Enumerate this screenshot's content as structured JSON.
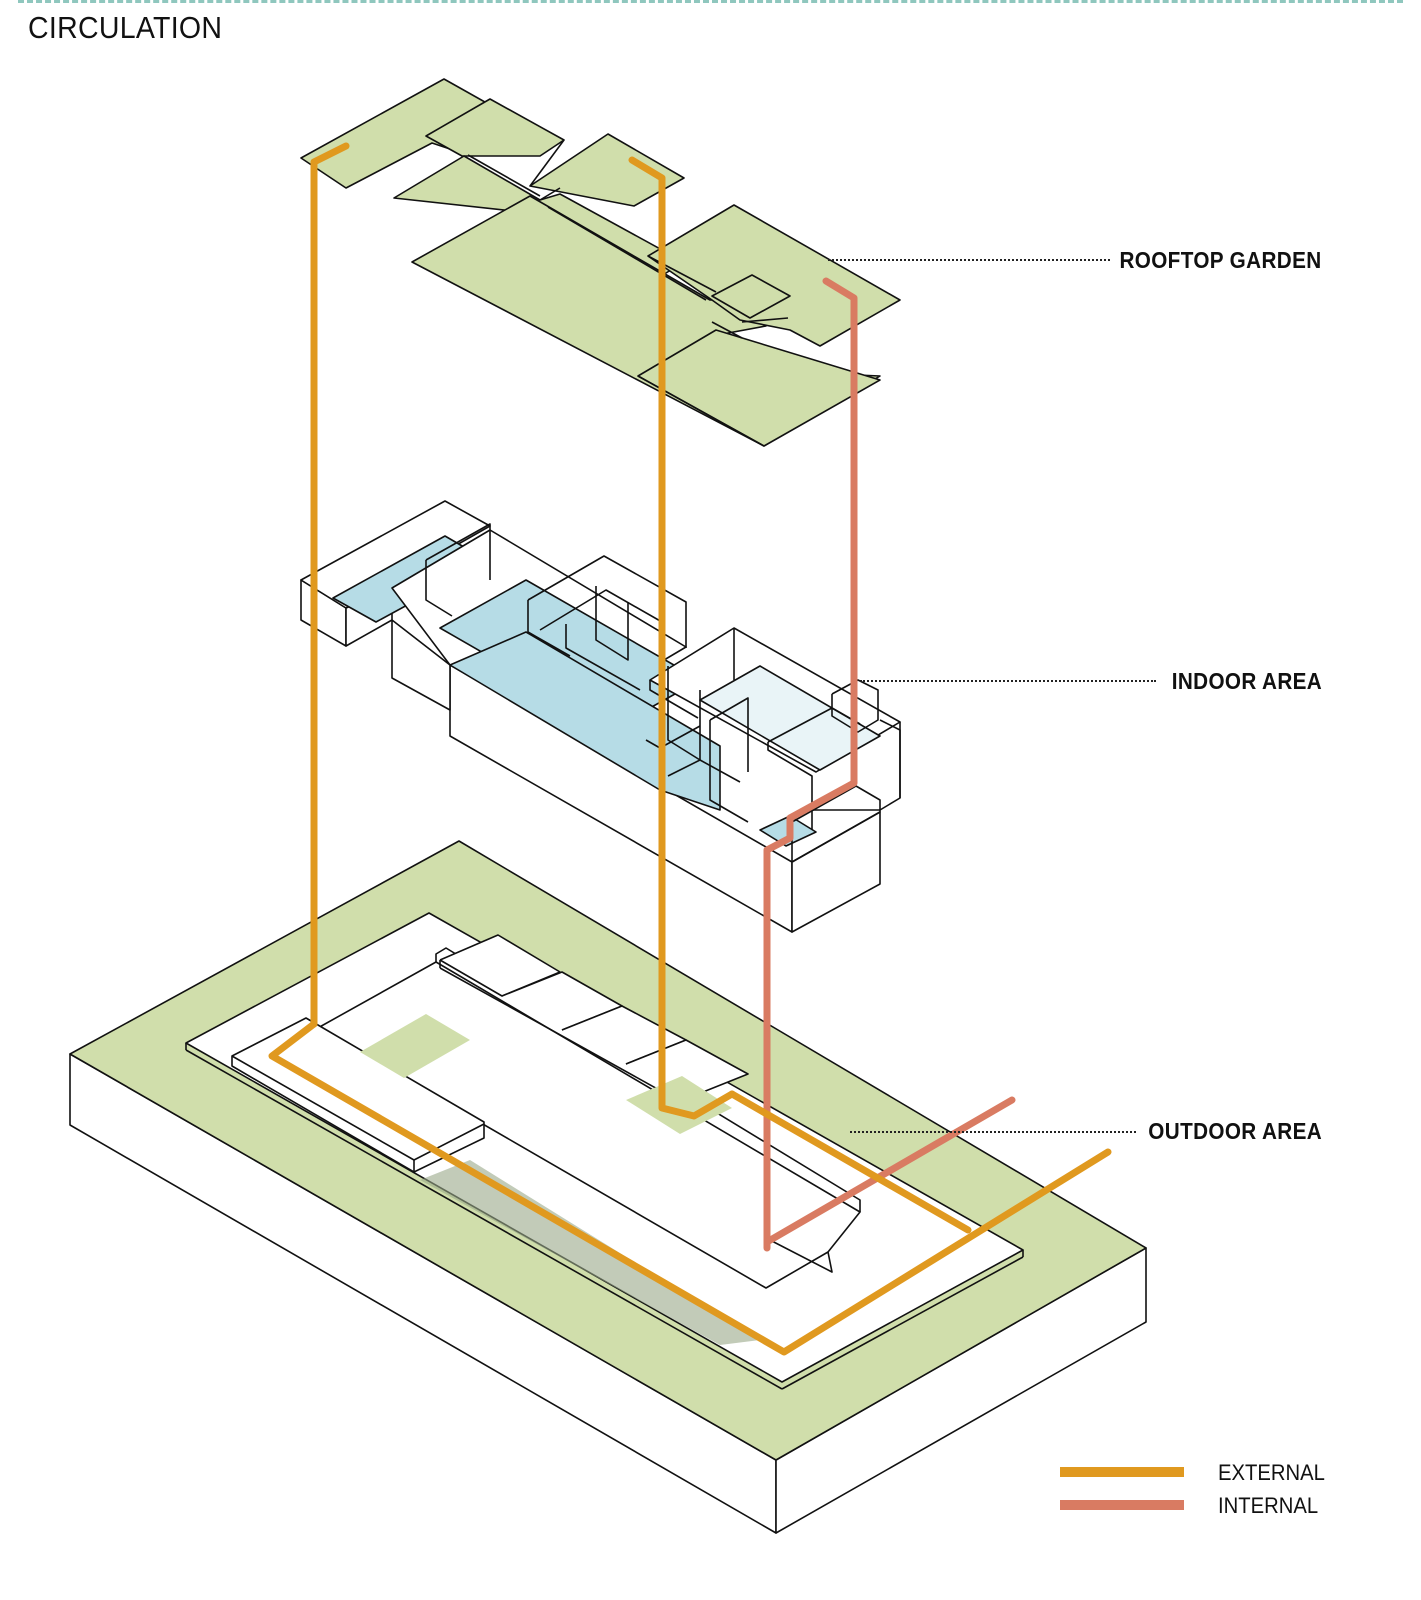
{
  "title": "CIRCULATION",
  "levels": {
    "rooftop": "ROOFTOP GARDEN",
    "indoor": "INDOOR AREA",
    "outdoor": "OUTDOOR AREA"
  },
  "legend": [
    {
      "label": "EXTERNAL",
      "color": "#e0991f"
    },
    {
      "label": "INTERNAL",
      "color": "#d97b62"
    }
  ],
  "colors": {
    "garden": "#d0deab",
    "water": "#b6dce6",
    "water_light": "#e9f4f7",
    "external": "#e0991f",
    "internal": "#d97b62"
  }
}
